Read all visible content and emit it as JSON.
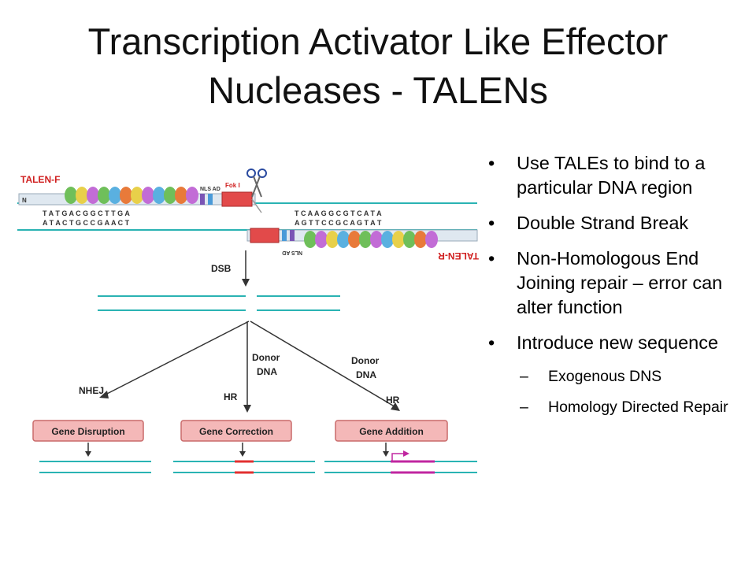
{
  "slide": {
    "title_line1": "Transcription Activator Like Effector",
    "title_line2": "Nucleases - TALENs"
  },
  "diagram": {
    "talen_f_label": "TALEN-F",
    "talen_r_label": "TALEN-R",
    "nls_ad_label": "NLS AD",
    "fok_label": "Fok I",
    "n_label": "N",
    "dsb_label": "DSB",
    "donor_label": "Donor",
    "dna_label": "DNA",
    "nhej_label": "NHEJ",
    "hr_label": "HR",
    "seq_top_left": "T A T G A C G G C T T G A",
    "seq_bottom_left": "A T A C T G C C G A A C T",
    "seq_top_right": "T C A A G G C G T C A T A",
    "seq_bottom_right": "A G T T C C G C A G T A T",
    "boxes": [
      "Gene Disruption",
      "Gene Correction",
      "Gene Addition"
    ],
    "colors": {
      "dna": "#2ab3b3",
      "box_fill": "#f4b8b8",
      "box_border": "#c96a6a",
      "correction": "#e23030",
      "addition": "#c026a0"
    }
  },
  "bullets": [
    {
      "text": "Use TALEs to bind to a particular DNA region",
      "level": 1
    },
    {
      "text": "Double Strand Break",
      "level": 1
    },
    {
      "text": "Non-Homologous End Joining repair – error can alter function",
      "level": 1
    },
    {
      "text": "Introduce new sequence",
      "level": 1
    },
    {
      "text": "Exogenous DNS",
      "level": 2
    },
    {
      "text": "Homology Directed Repair",
      "level": 2
    }
  ]
}
